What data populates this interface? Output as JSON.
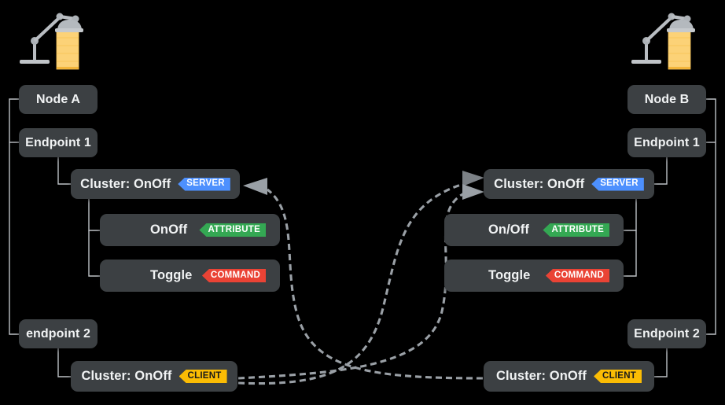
{
  "diagram": {
    "title": "Matter node binding diagram",
    "background": "#000000",
    "node_fill": "#3c4043",
    "text_color": "#f1f3f4",
    "tree_line_color": "#bdc1c6",
    "arrow_color": "#9aa0a6"
  },
  "badge_colors": {
    "server": "#4d90fe",
    "client": "#fbbc04",
    "attribute": "#34a853",
    "command": "#ea4335"
  },
  "left": {
    "lamp_icon": "desk-lamp-icon",
    "node": {
      "label": "Node A"
    },
    "endpoint1": {
      "label": "Endpoint 1"
    },
    "cluster_server": {
      "label": "Cluster: OnOff",
      "badge": "SERVER"
    },
    "attribute": {
      "label": "OnOff",
      "badge": "ATTRIBUTE"
    },
    "command": {
      "label": "Toggle",
      "badge": "COMMAND"
    },
    "endpoint2": {
      "label": "endpoint 2"
    },
    "cluster_client": {
      "label": "Cluster: OnOff",
      "badge": "CLIENT"
    }
  },
  "right": {
    "lamp_icon": "desk-lamp-icon",
    "node": {
      "label": "Node B"
    },
    "endpoint1": {
      "label": "Endpoint 1"
    },
    "cluster_server": {
      "label": "Cluster: OnOff",
      "badge": "SERVER"
    },
    "attribute": {
      "label": "On/Off",
      "badge": "ATTRIBUTE"
    },
    "command": {
      "label": "Toggle",
      "badge": "COMMAND"
    },
    "endpoint2": {
      "label": "Endpoint 2"
    },
    "cluster_client": {
      "label": "Cluster: OnOff",
      "badge": "CLIENT"
    }
  },
  "bindings": [
    {
      "name": "binding-right-client-to-left-server",
      "from": "right.cluster_client",
      "to": "left.cluster_server",
      "style": "dashed",
      "direction": "left"
    },
    {
      "name": "binding-left-client-to-right-server",
      "from": "left.cluster_client",
      "to": "right.cluster_server",
      "style": "dashed",
      "direction": "right"
    },
    {
      "name": "binding-left-client-to-right-server-secondary",
      "from": "left.cluster_client",
      "to": "right.cluster_server",
      "style": "dashed",
      "direction": "right"
    }
  ]
}
